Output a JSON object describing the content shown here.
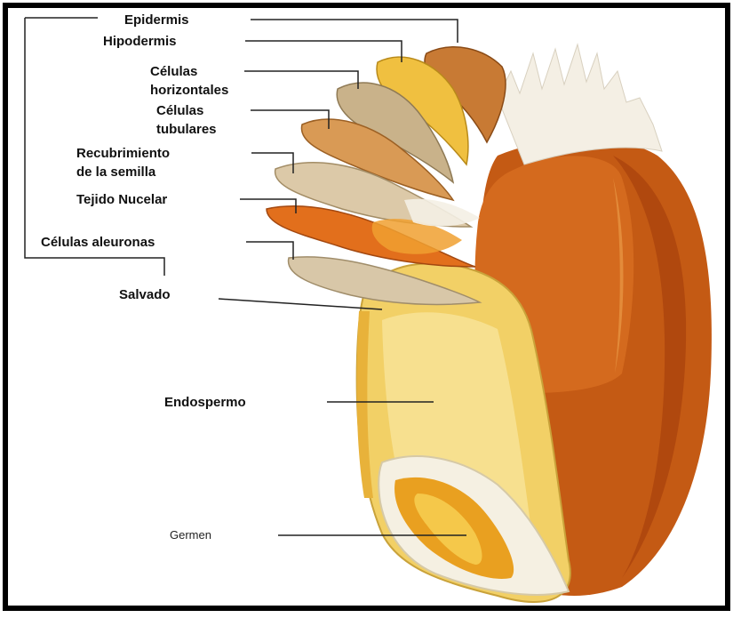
{
  "diagram": {
    "labels": {
      "epidermis": "Epidermis",
      "hipodermis": "Hipodermis",
      "celulas_horizontales": [
        "Células",
        "horizontales"
      ],
      "celulas_tubulares": [
        "Células",
        "tubulares"
      ],
      "recubrimiento": [
        "Recubrimiento",
        "de la semilla"
      ],
      "tejido_nucelar": "Tejido Nucelar",
      "celulas_aleuronas": "Células aleuronas",
      "salvado": "Salvado",
      "endospermo": "Endospermo",
      "germen": "Germen"
    },
    "colors": {
      "border": "#000000",
      "husk_dark": "#b54a0f",
      "husk_mid": "#cf6a1c",
      "husk_light": "#e08a35",
      "endosperm": "#f3d36a",
      "endosperm_light": "#f8e7a2",
      "layer_tan": "#c9b28a",
      "layer_yellow": "#f0c040",
      "layer_orange": "#e58a2a",
      "hair": "#f4efe4",
      "germ": "#e9a020",
      "leader": "#222222"
    }
  }
}
